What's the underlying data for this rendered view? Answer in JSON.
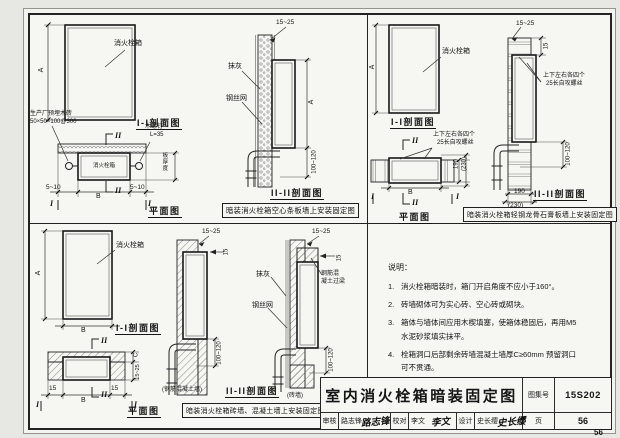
{
  "colors": {
    "line": "#1c1c1c",
    "paper": "#f6f6f2",
    "background": "#e7e7e3"
  },
  "common": {
    "box_label": "消火栓箱",
    "dim_a": "A",
    "dim_b": "B",
    "dim_c": "C",
    "dim_15": "15",
    "dim_15_25": "15~25",
    "dim_100_120": "100~120",
    "dim_5_10": "5~10",
    "mark_i": "I",
    "mark_ii": "II",
    "plan_caption": "平面图",
    "sec1_caption": "I-I剖面图",
    "sec2_caption": "II-II剖面图",
    "plaster": "抹灰",
    "wire_mesh": "钢丝网"
  },
  "fig1": {
    "caption": "暗装消火栓箱空心条板墙上安装固定图",
    "wood_brick_l1": "生产厂预埋木砖",
    "wood_brick_l2": "50×50×100@300",
    "wood_screw_l1": "木螺钉",
    "wood_screw_l2": "L=35",
    "thickness": "板厚度"
  },
  "fig2": {
    "caption": "暗装消火栓箱轻钢龙骨石膏板墙上安装固定图",
    "screw_l1": "上下左右各四个",
    "screw_l2": "25长自攻螺丝",
    "dim_190": "190",
    "dim_230": "(230)"
  },
  "fig3": {
    "caption": "暗装消火栓箱砖墙、混凝土墙上安装固定图",
    "lintel_l1": "钢筋混",
    "lintel_l2": "凝土过梁",
    "rc_wall": "(钢筋混凝土墙)",
    "brick_wall": "(砖墙)"
  },
  "notes": {
    "heading": "说明：",
    "items": [
      {
        "no": "1.",
        "text": "消火栓箱暗装时，箱门开启角度不应小于160°。"
      },
      {
        "no": "2.",
        "text": "砖墙砌体可为实心砖、空心砖或砌块。"
      },
      {
        "no": "3.",
        "text": "箱体与墙体间应用木楔填塞，使箱体稳固后，再用M5水泥砂浆填实抹平。"
      },
      {
        "no": "4.",
        "text": "栓箱洞口后部剩余砖墙混凝土墙厚C≥60mm 预留洞口可不贯通。"
      }
    ]
  },
  "titleblock": {
    "title": "室内消火栓箱暗装固定图",
    "atlas_label": "图集号",
    "atlas_no": "15S202",
    "page_label": "页",
    "page_no": "56",
    "reviewer_label": "审核",
    "reviewer_name": "路志锋",
    "reviewer_sig": "路志锋",
    "checker_label": "校对",
    "checker_name": "李文",
    "checker_sig": "李文",
    "designer_label": "设计",
    "designer_name": "史长缨",
    "designer_sig": "史长缨"
  },
  "page": {
    "corner_page": "56"
  }
}
